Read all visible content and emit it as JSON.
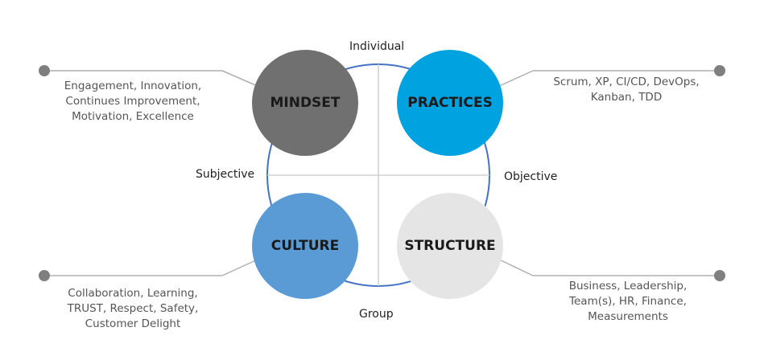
{
  "axes": {
    "top": "Individual",
    "bottom": "Group",
    "left": "Subjective",
    "right": "Objective"
  },
  "quadrants": {
    "mindset": {
      "label": "MINDSET",
      "color": "#707070",
      "desc": [
        "Engagement, Innovation,",
        "Continues Improvement,",
        "Motivation, Excellence"
      ]
    },
    "practices": {
      "label": "PRACTICES",
      "color": "#00a2e0",
      "desc": [
        "Scrum, XP, CI/CD, DevOps,",
        "Kanban, TDD"
      ]
    },
    "culture": {
      "label": "CULTURE",
      "color": "#5b9bd5",
      "desc": [
        "Collaboration, Learning,",
        "TRUST, Respect, Safety,",
        "Customer Delight"
      ]
    },
    "structure": {
      "label": "STRUCTURE",
      "color": "#e5e5e5",
      "desc": [
        "Business, Leadership,",
        "Team(s), HR, Finance,",
        "Measurements"
      ]
    }
  },
  "colors": {
    "ring": "#4472c4",
    "cross": "#d0d0d0",
    "connector": "#b0b0b0",
    "dot": "#7f7f7f"
  }
}
